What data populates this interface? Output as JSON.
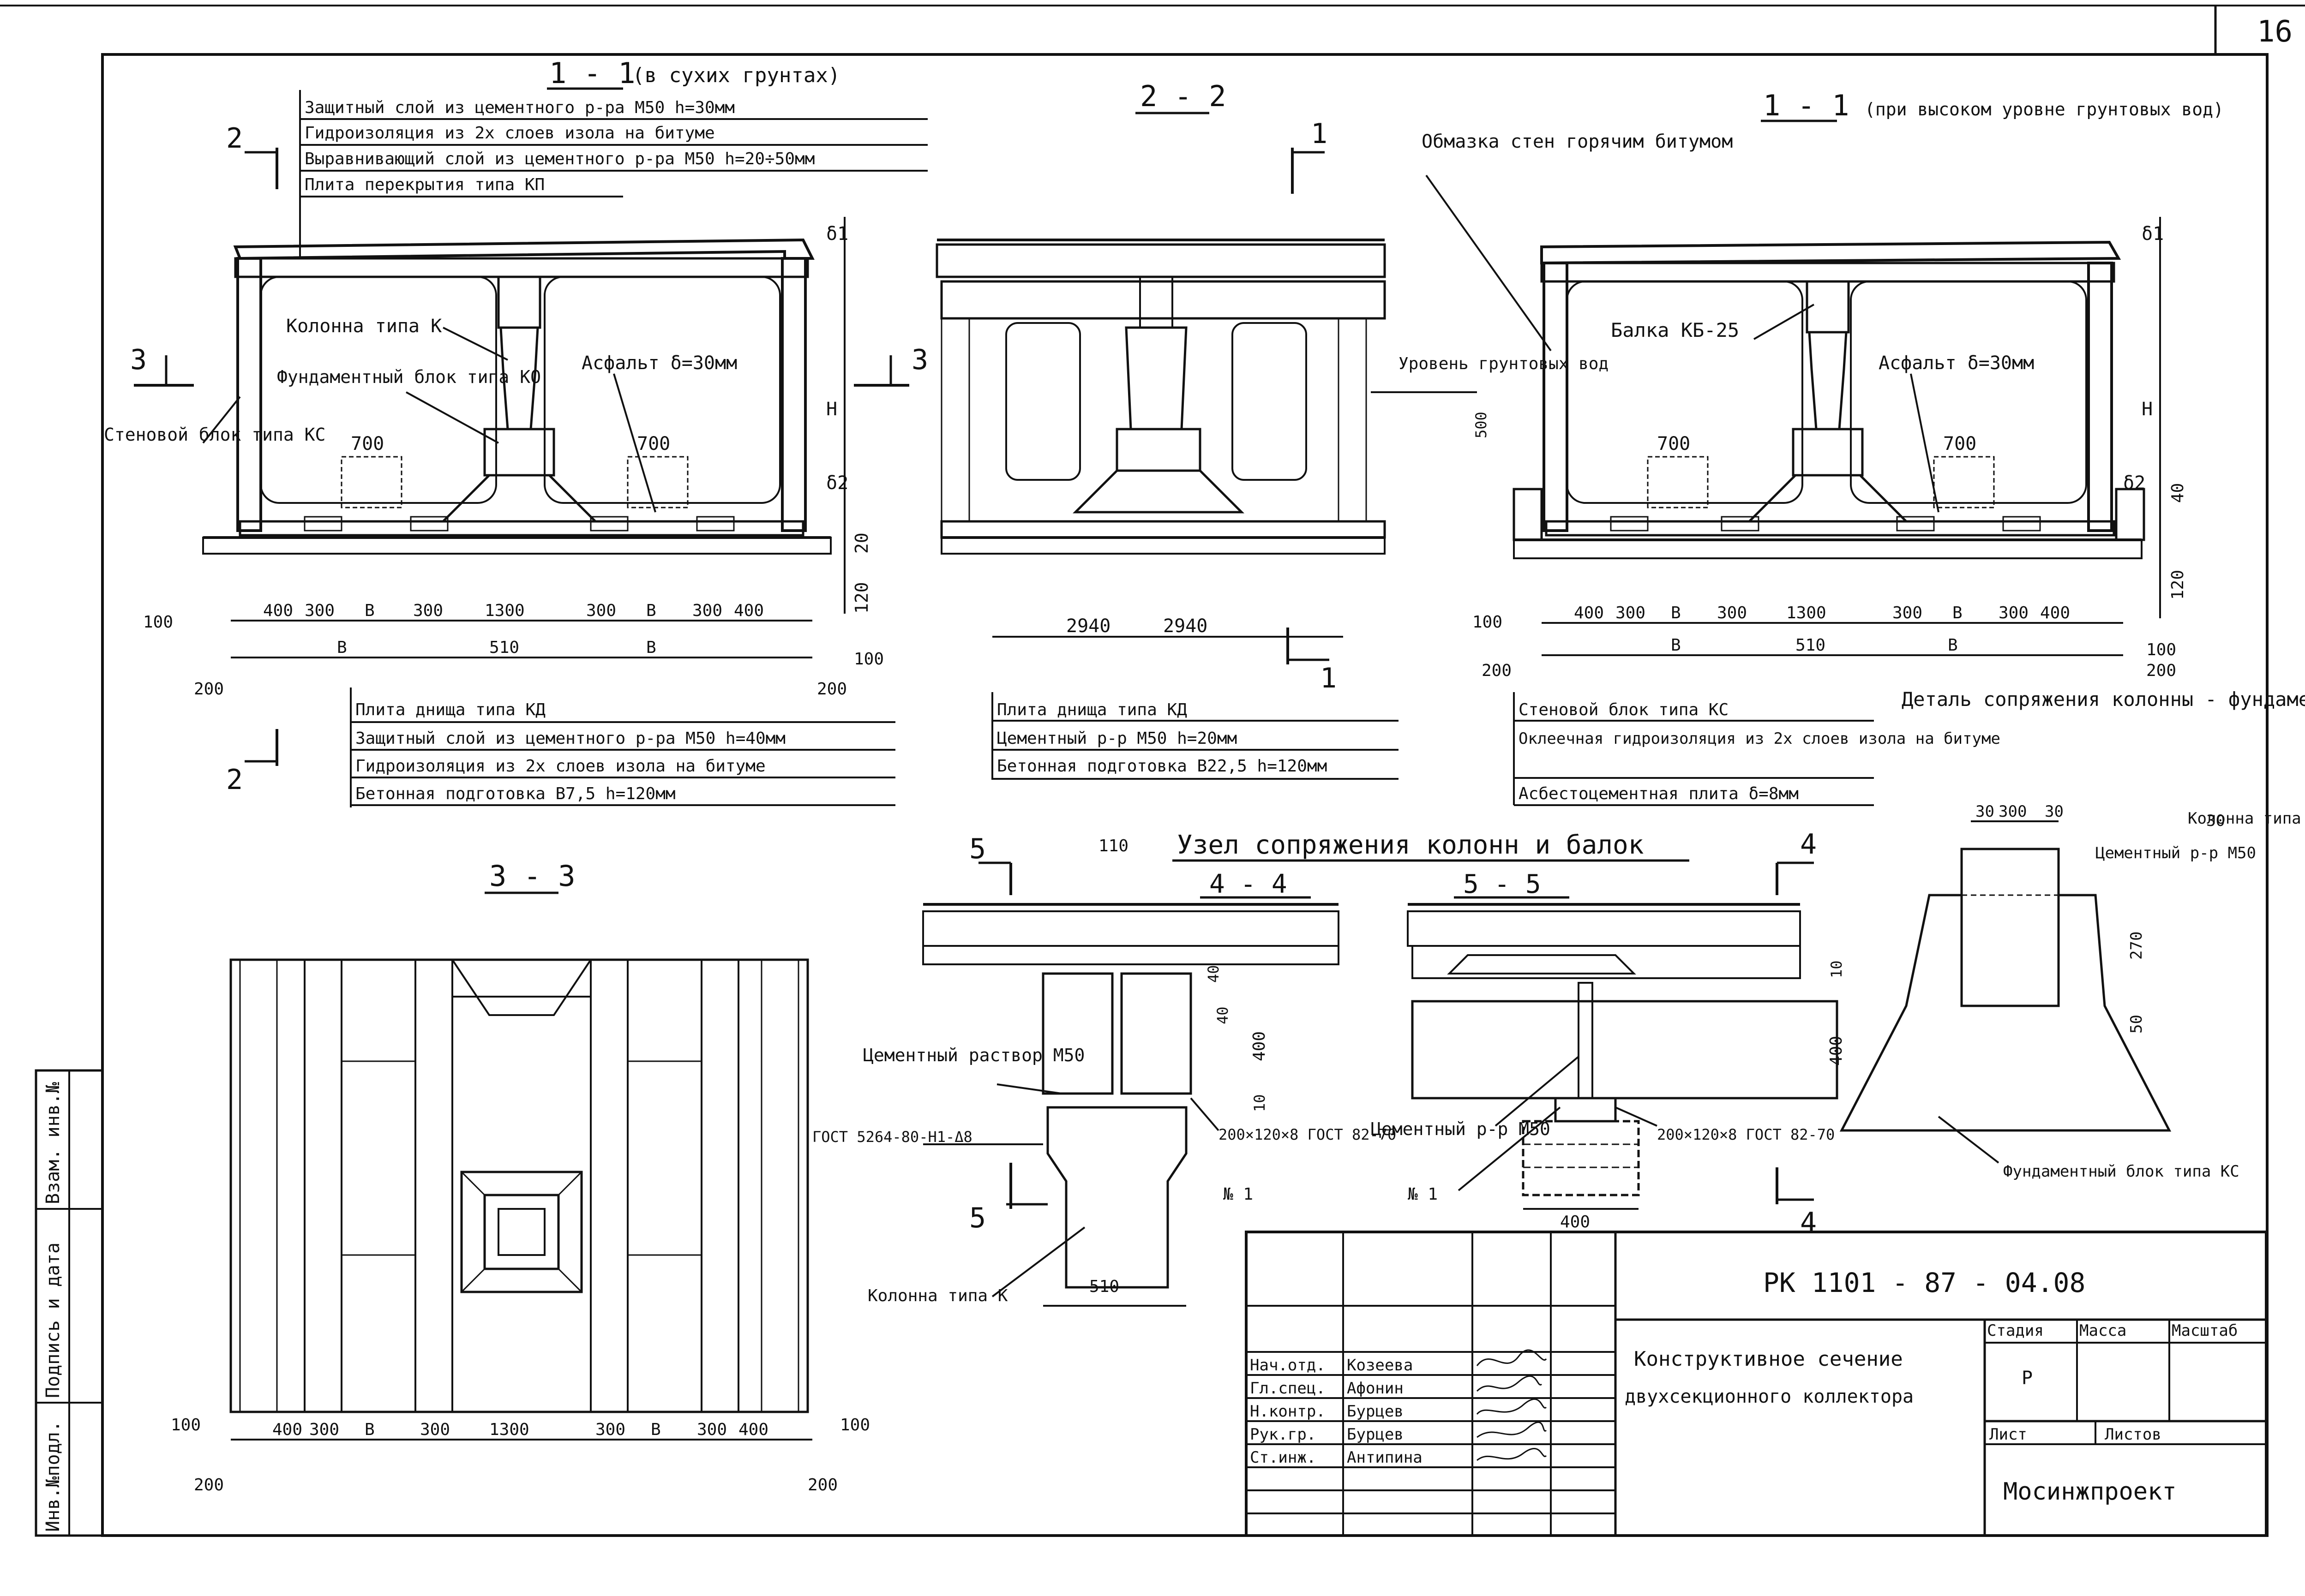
{
  "sheet": {
    "page_number": "16",
    "doc_code": "РК 1101 - 87 - 04.08",
    "title_line1": "Конструктивное сечение",
    "title_line2": "двухсекционного коллектора",
    "organization": "Мосинжпроект",
    "stage_header": "Стадия",
    "mass_header": "Масса",
    "scale_header": "Масштаб",
    "stage_value": "Р",
    "sheet_label": "Лист",
    "sheets_label": "Листов"
  },
  "side_stamp": {
    "inv_original": "Инв.№подл.",
    "sign_date": "Подпись и дата",
    "replaced_inv": "Взам. инв.№"
  },
  "signatures": [
    {
      "role": "Нач.отд.",
      "name": "Козеева"
    },
    {
      "role": "Гл.спец.",
      "name": "Афонин"
    },
    {
      "role": "Н.контр.",
      "name": "Бурцев"
    },
    {
      "role": "Рук.гр.",
      "name": "Бурцев"
    },
    {
      "role": "Ст.инж.",
      "name": "Антипина"
    }
  ],
  "section_1_1_dry": {
    "title": "1 - 1",
    "subtitle": "(в сухих грунтах)",
    "roof_layers": [
      "Защитный слой из цементного р-ра М50 h=30мм",
      "Гидроизоляция из 2х слоев изола на битуме",
      "Выравнивающий слой из цементного р-ра М50 h=20÷50мм",
      "Плита перекрытия типа КП"
    ],
    "column_label": "Колонна типа К",
    "foundation_label": "Фундаментный блок типа КО",
    "asphalt_label": "Асфальт δ=30мм",
    "wall_block_label": "Стеновой блок типа КС",
    "floor_layers": [
      "Плита днища типа КД",
      "Защитный слой из цементного р-ра М50 h=40мм",
      "Гидроизоляция из 2х слоев изола на битуме",
      "Бетонная подготовка В7,5 h=120мм"
    ],
    "dims_top": [
      "400",
      "300",
      "В",
      "300",
      "1300",
      "300",
      "В",
      "300",
      "400"
    ],
    "dims_bottom": [
      "В",
      "510",
      "В"
    ],
    "dim_100": "100",
    "dim_200": "200",
    "dim_700": "700",
    "dim_h": "Н",
    "dim_d1": "δ1",
    "dim_d2": "δ2",
    "dim_20": "20",
    "dim_120": "120",
    "mark_2": "2",
    "mark_3": "3"
  },
  "section_2_2": {
    "title": "2 - 2",
    "groundwater_label": "Уровень грунтовых вод",
    "dims": [
      "2940",
      "2940"
    ],
    "floor_layers": [
      "Плита днища типа КД",
      "Цементный р-р М50 h=20мм",
      "Бетонная подготовка В22,5 h=120мм"
    ],
    "mark_1": "1",
    "mark_3": "3"
  },
  "section_1_1_wet": {
    "title": "1 - 1",
    "subtitle": "(при высоком уровне грунтовых вод)",
    "coating_label": "Обмазка стен горячим битумом",
    "beam_label": "Балка КБ-25",
    "asphalt_label": "Асфальт δ=30мм",
    "floor_layers": [
      "Стеновой блок типа КС",
      "Оклеечная гидроизоляция из 2х слоев изола на битуме",
      "Асбестоцементная плита δ=8мм"
    ],
    "dims_top": [
      "400",
      "300",
      "В",
      "300",
      "1300",
      "300",
      "В",
      "300",
      "400"
    ],
    "dims_bottom": [
      "В",
      "510",
      "В"
    ],
    "dim_100": "100",
    "dim_200": "200",
    "dim_700": "700",
    "dim_500": "500",
    "dim_40": "40",
    "dim_120": "120",
    "dim_h": "Н",
    "dim_d1": "δ1",
    "dim_d2": "δ2"
  },
  "detail_column_foundation": {
    "title": "Деталь сопряжения колонны - фундаментного блока",
    "column_label": "Колонна типа К",
    "mortar_label": "Цементный р-р М50",
    "foundation_label": "Фундаментный блок типа КС",
    "dims_top": [
      "30",
      "300",
      "30"
    ],
    "dim_270": "270",
    "dim_50": "50"
  },
  "node_title": "Узел сопряжения колонн и балок",
  "section_3_3": {
    "title": "3 - 3",
    "dims": [
      "400",
      "300",
      "В",
      "300",
      "1300",
      "300",
      "В",
      "300",
      "400"
    ],
    "dim_100": "100",
    "dim_200": "200"
  },
  "section_4_4": {
    "title": "4 - 4",
    "mortar_label": "Цементный раствор М50",
    "gost_label": "ГОСТ 5264-80-Н1-Δ8",
    "plate_label": "200×120×8 ГОСТ 82-70",
    "no_label": "№ 1",
    "column_label": "Колонна типа К",
    "dim_110": "110",
    "dim_40": "40",
    "dim_400": "400",
    "dim_10": "10",
    "dim_510": "510",
    "mark_4": "4",
    "mark_5": "5"
  },
  "section_5_5": {
    "title": "5 - 5",
    "mortar_label": "Цементный р-р М50",
    "no_label": "№ 1",
    "plate_label": "200×120×8 ГОСТ 82-70",
    "dim_400": "400",
    "dim_10": "10",
    "mark_4": "4"
  }
}
